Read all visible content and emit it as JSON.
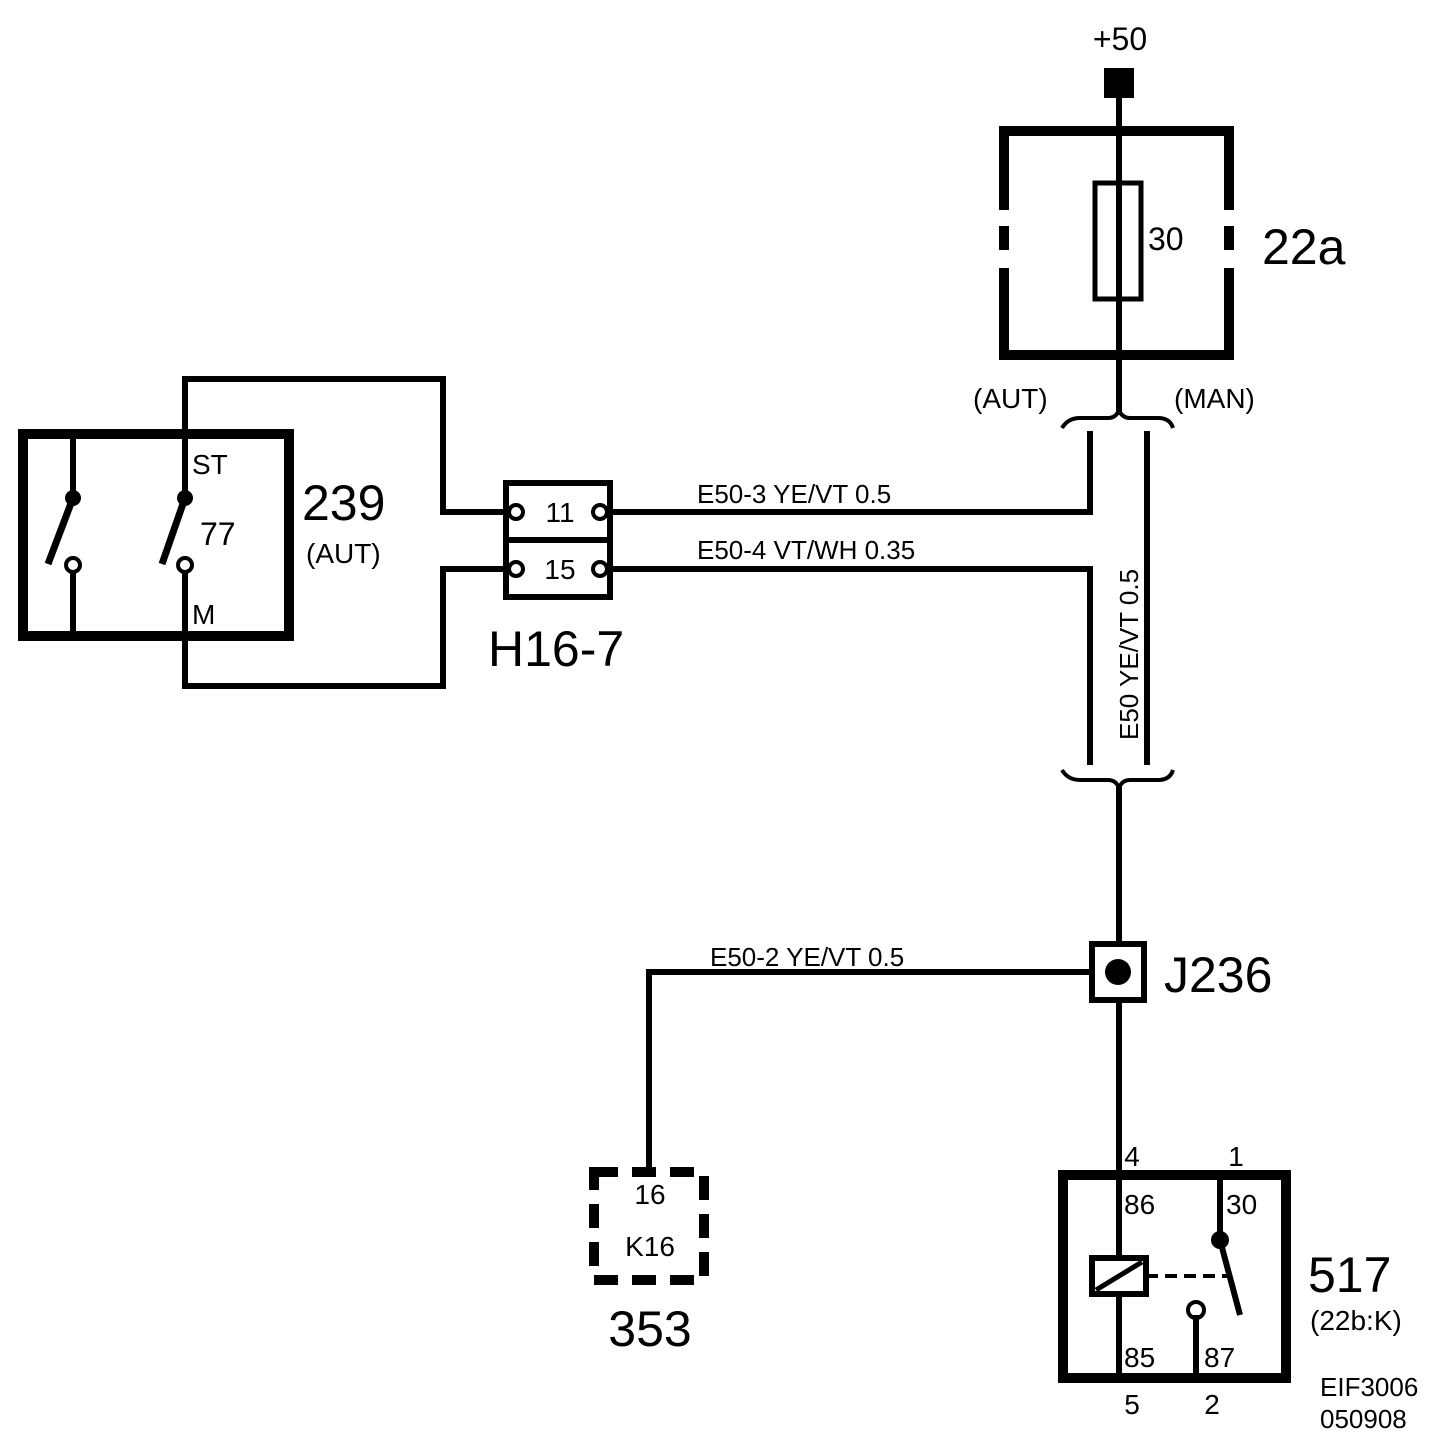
{
  "supply": {
    "label": "+50"
  },
  "fuse": {
    "id": "22a",
    "rating": "30"
  },
  "variants": {
    "aut": "(AUT)",
    "man": "(MAN)"
  },
  "switch239": {
    "id": "239",
    "variant": "(AUT)",
    "pin_st": "ST",
    "pin_77": "77",
    "pin_m": "M"
  },
  "connector_h16_7": {
    "id": "H16-7",
    "pin_a": "11",
    "pin_b": "15"
  },
  "wires": {
    "e50_3": "E50-3  YE/VT   0.5",
    "e50_4": "E50-4  VT/WH  0.35",
    "e50": "E50  YE/VT  0.5",
    "e50_2": "E50-2  YE/VT   0.5"
  },
  "junction": {
    "id": "J236"
  },
  "module353": {
    "id": "353",
    "pin": "16",
    "label": "K16"
  },
  "relay517": {
    "id": "517",
    "sub": "(22b:K)",
    "pin_4": "4",
    "pin_1": "1",
    "pin_5": "5",
    "pin_2": "2",
    "term_86": "86",
    "term_30": "30",
    "term_85": "85",
    "term_87": "87"
  },
  "doc": {
    "code": "EIF3006",
    "date": "050908"
  }
}
